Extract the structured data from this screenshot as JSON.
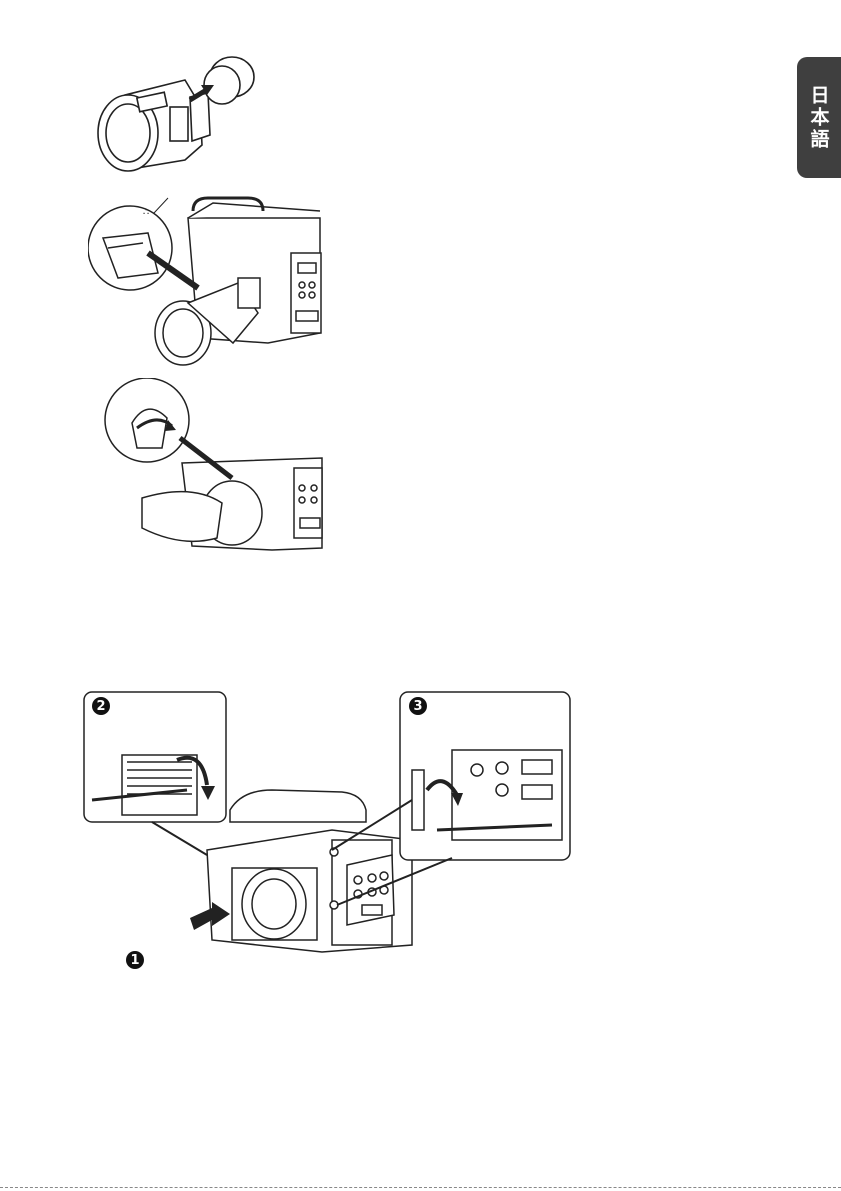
{
  "language_tab": {
    "label": "日本語",
    "color": "#3f3f3f"
  },
  "figures": {
    "lens_cap": {
      "icon": "lens-with-rear-cap"
    },
    "lens_insert": {
      "icon": "lens-insert-into-projector"
    },
    "lens_lock": {
      "icon": "lens-lock-turn"
    },
    "cover_removal": {
      "steps": [
        {
          "badge": "2",
          "icon": "screwdriver-loosen-screw"
        },
        {
          "badge": "3",
          "icon": "screwdriver-loosen-screw"
        },
        {
          "badge": "1",
          "icon": "push-arrow"
        }
      ]
    }
  }
}
